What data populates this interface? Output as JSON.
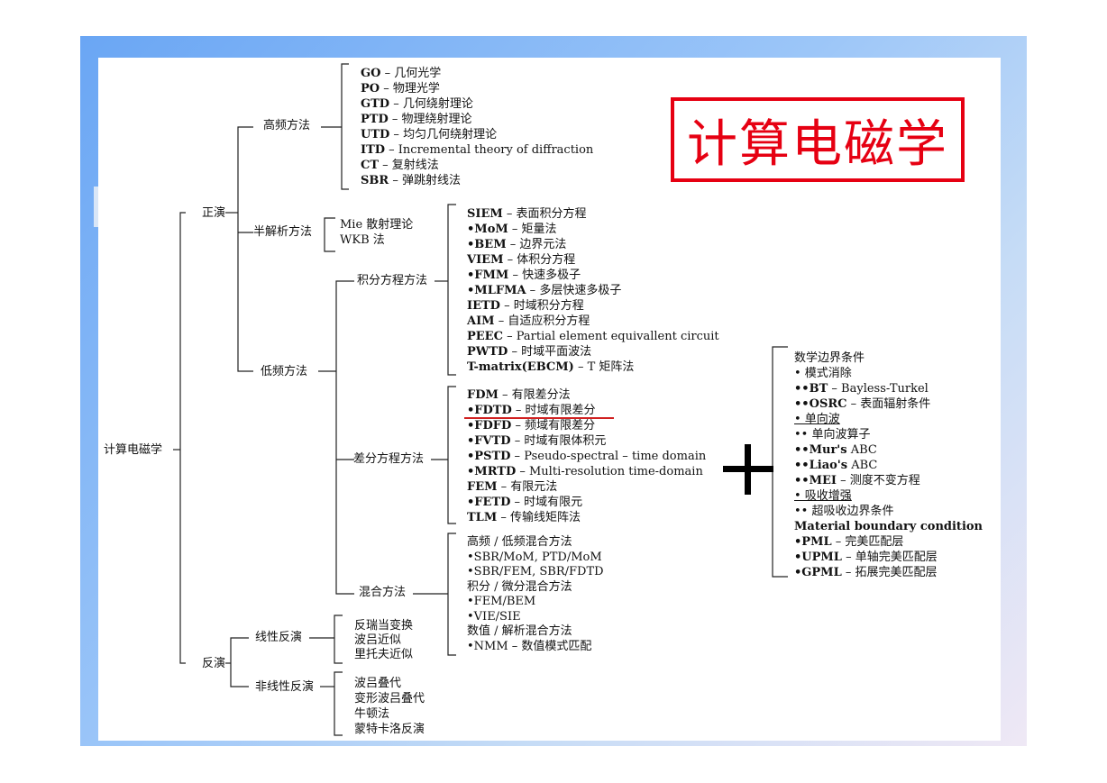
{
  "title": "计算电磁学",
  "root": "计算电磁学",
  "forward": {
    "label": "正演",
    "high_freq": {
      "label": "高频方法",
      "items": [
        {
          "abbr": "GO",
          "desc": "几何光学"
        },
        {
          "abbr": "PO",
          "desc": "物理光学"
        },
        {
          "abbr": "GTD",
          "desc": "几何绕射理论"
        },
        {
          "abbr": "PTD",
          "desc": "物理绕射理论"
        },
        {
          "abbr": "UTD",
          "desc": "均匀几何绕射理论"
        },
        {
          "abbr": "ITD",
          "desc": "Incremental theory of diffraction"
        },
        {
          "abbr": "CT",
          "desc": "复射线法"
        },
        {
          "abbr": "SBR",
          "desc": "弹跳射线法"
        }
      ]
    },
    "semi_analytic": {
      "label": "半解析方法",
      "items": [
        "Mie 散射理论",
        "WKB 法"
      ]
    },
    "low_freq": {
      "label": "低频方法",
      "integral": {
        "label": "积分方程方法",
        "items": [
          {
            "abbr": "SIEM",
            "desc": "表面积分方程"
          },
          {
            "abbr": "•MoM",
            "desc": "矩量法"
          },
          {
            "abbr": "•BEM",
            "desc": "边界元法"
          },
          {
            "abbr": "VIEM",
            "desc": "体积分方程"
          },
          {
            "abbr": "•FMM",
            "desc": "快速多极子"
          },
          {
            "abbr": "•MLFMA",
            "desc": "多层快速多极子"
          },
          {
            "abbr": "IETD",
            "desc": "时域积分方程"
          },
          {
            "abbr": "AIM",
            "desc": "自适应积分方程"
          },
          {
            "abbr": "PEEC",
            "desc": "Partial element equivallent circuit"
          },
          {
            "abbr": "PWTD",
            "desc": "时域平面波法"
          },
          {
            "abbr": "T-matrix(EBCM)",
            "desc": "T 矩阵法"
          }
        ]
      },
      "differential": {
        "label": "差分方程方法",
        "items": [
          {
            "abbr": "FDM",
            "desc": "有限差分法"
          },
          {
            "abbr": "•FDTD",
            "desc": "时域有限差分"
          },
          {
            "abbr": "•FDFD",
            "desc": "频域有限差分"
          },
          {
            "abbr": "•FVTD",
            "desc": "时域有限体积元"
          },
          {
            "abbr": "•PSTD",
            "desc": "Pseudo-spectral – time domain"
          },
          {
            "abbr": "•MRTD",
            "desc": "Multi-resolution time-domain"
          },
          {
            "abbr": "FEM",
            "desc": "有限元法"
          },
          {
            "abbr": "•FETD",
            "desc": "时域有限元"
          },
          {
            "abbr": "TLM",
            "desc": "传输线矩阵法"
          }
        ]
      },
      "hybrid": {
        "label": "混合方法",
        "items": [
          "高频 / 低频混合方法",
          "•SBR/MoM, PTD/MoM",
          "•SBR/FEM, SBR/FDTD",
          "积分 / 微分混合方法",
          "•FEM/BEM",
          "•VIE/SIE",
          "数值 / 解析混合方法",
          "•NMM – 数值模式匹配"
        ]
      }
    }
  },
  "inverse": {
    "label": "反演",
    "linear": {
      "label": "线性反演",
      "items": [
        "反瑞当变换",
        "波吕近似",
        "里托夫近似"
      ]
    },
    "nonlinear": {
      "label": "非线性反演",
      "items": [
        "波吕叠代",
        "变形波吕叠代",
        "牛顿法",
        "蒙特卡洛反演"
      ]
    }
  },
  "boundary": {
    "items": [
      {
        "text": "数学边界条件",
        "style": "plain"
      },
      {
        "text": "• 模式消除",
        "style": "plain"
      },
      {
        "abbr": "••BT",
        "desc": "Bayless-Turkel"
      },
      {
        "abbr": "••OSRC",
        "desc": "表面辐射条件"
      },
      {
        "text": "• 单向波",
        "style": "underline"
      },
      {
        "text": "•• 单向波算子",
        "style": "plain"
      },
      {
        "abbr": "••Mur's",
        "desc": "ABC",
        "nodash": true
      },
      {
        "abbr": "••Liao's",
        "desc": "ABC",
        "nodash": true
      },
      {
        "abbr": "••MEI",
        "desc": "测度不变方程"
      },
      {
        "text": "• 吸收增强",
        "style": "underline"
      },
      {
        "text": "•• 超吸收边界条件",
        "style": "plain"
      },
      {
        "text": "Material boundary condition",
        "style": "bold"
      },
      {
        "abbr": "•PML",
        "desc": "完美匹配层"
      },
      {
        "abbr": "•UPML",
        "desc": "单轴完美匹配层"
      },
      {
        "abbr": "•GPML",
        "desc": "拓展完美匹配层"
      }
    ]
  }
}
